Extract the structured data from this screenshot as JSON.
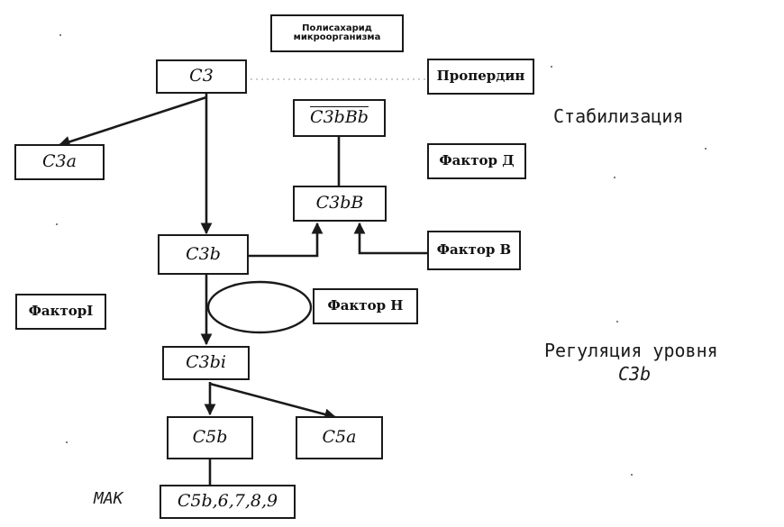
{
  "nodes": {
    "polysaccharide_line1": "Полисахарид",
    "polysaccharide_line2": "микроорганизма",
    "c3": "С3",
    "c3a": "С3а",
    "c3bbb": "С3bВb",
    "c3bb": "С3bВ",
    "c3b": "С3b",
    "c3bi": "С3bi",
    "c5b": "С5b",
    "c5a": "С5а",
    "mac_complex": "С5b,6,7,8,9",
    "properdin": "Пропердин",
    "factor_d": "Фактор Д",
    "factor_b": "Фактор В",
    "factor_h": "Фактор Н",
    "factor_i": "ФакторI"
  },
  "labels": {
    "stabilization": "Стабилизация",
    "regulation_line1": "Регуляция уровня",
    "regulation_line2": "С3b",
    "mac": "МАК"
  }
}
